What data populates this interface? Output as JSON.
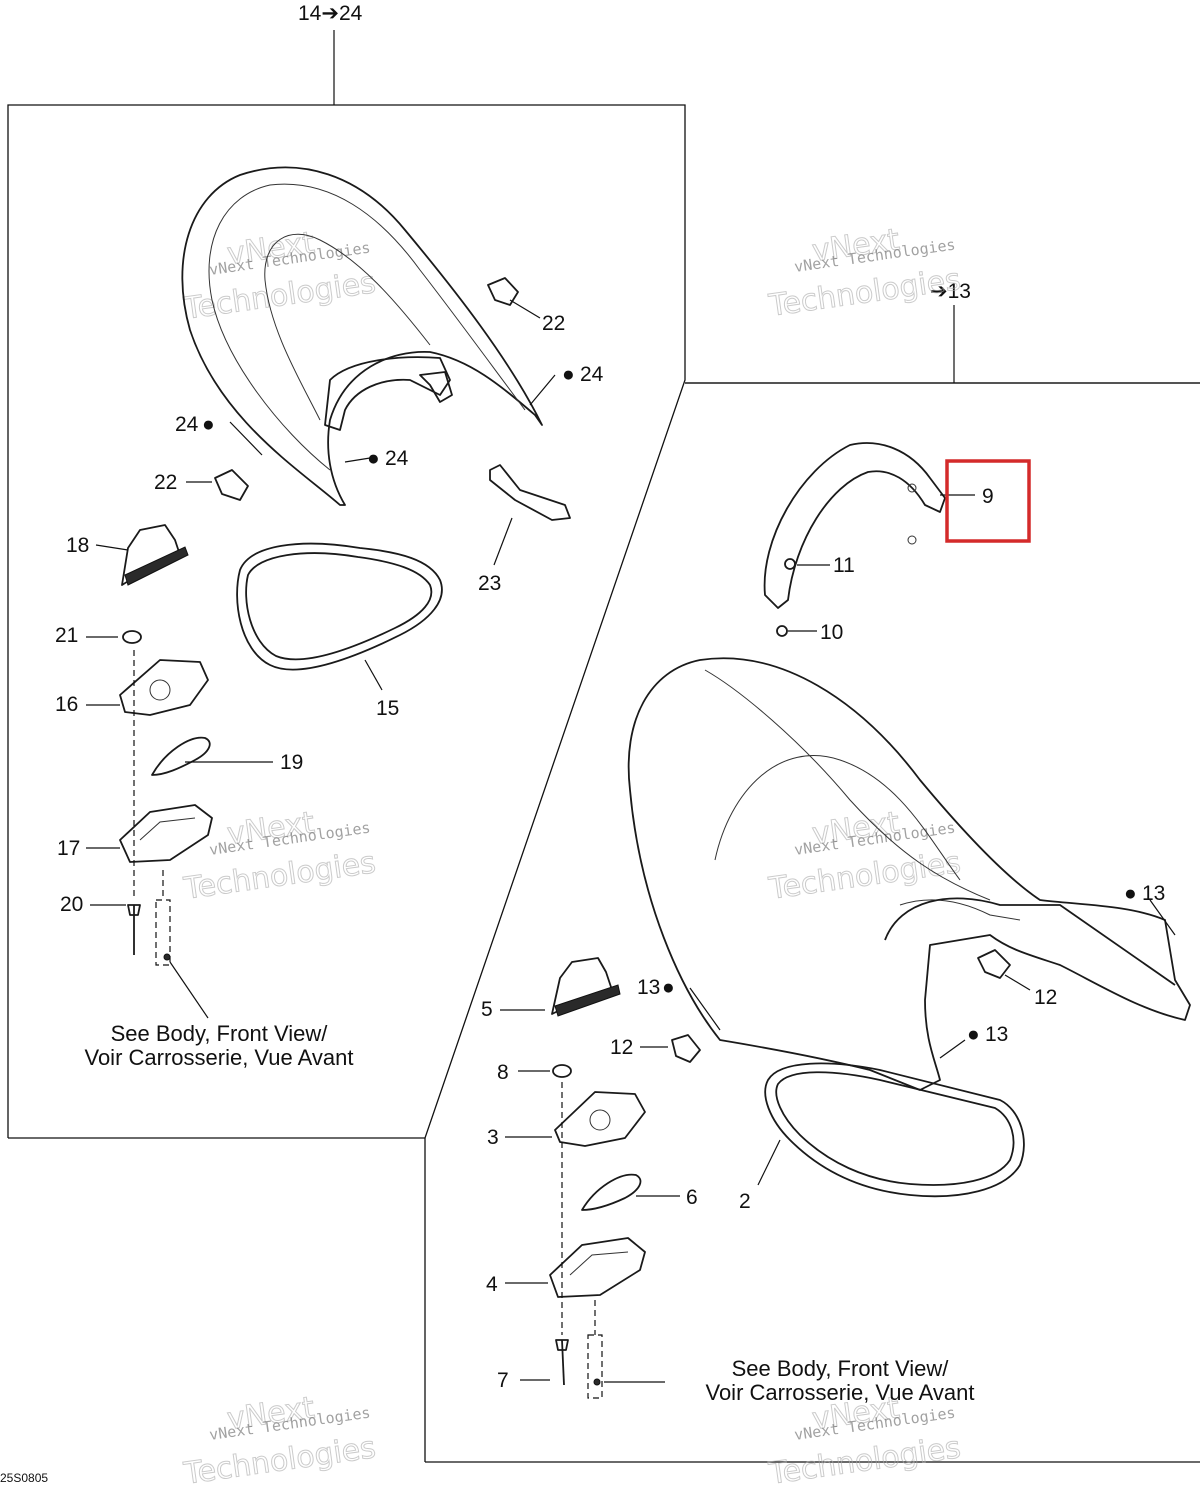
{
  "diagram": {
    "top_ref_left": "14➔24",
    "top_ref_right": "➔13",
    "doc_id": "25S0805",
    "watermark": [
      "vNext Technologies",
      "vNext",
      "Technologies"
    ],
    "notes": {
      "left_line1": "See Body, Front View/",
      "left_line2": "Voir Carrosserie, Vue Avant",
      "right_line1": "See Body, Front View/",
      "right_line2": "Voir Carrosserie, Vue Avant"
    },
    "callouts": {
      "c22a": "22",
      "c24a": "24",
      "c24b": "24",
      "c24c": "24",
      "c22b": "22",
      "c18": "18",
      "c23": "23",
      "c21": "21",
      "c16": "16",
      "c15": "15",
      "c19": "19",
      "c17": "17",
      "c20": "20",
      "c9": "9",
      "c11": "11",
      "c10": "10",
      "c13a": "13",
      "c12a": "12",
      "c13b": "13",
      "c13c": "13",
      "c5": "5",
      "c12b": "12",
      "c8": "8",
      "c3": "3",
      "c6": "6",
      "c2": "2",
      "c4": "4",
      "c7": "7"
    },
    "highlight_color": "#d42a2a"
  }
}
